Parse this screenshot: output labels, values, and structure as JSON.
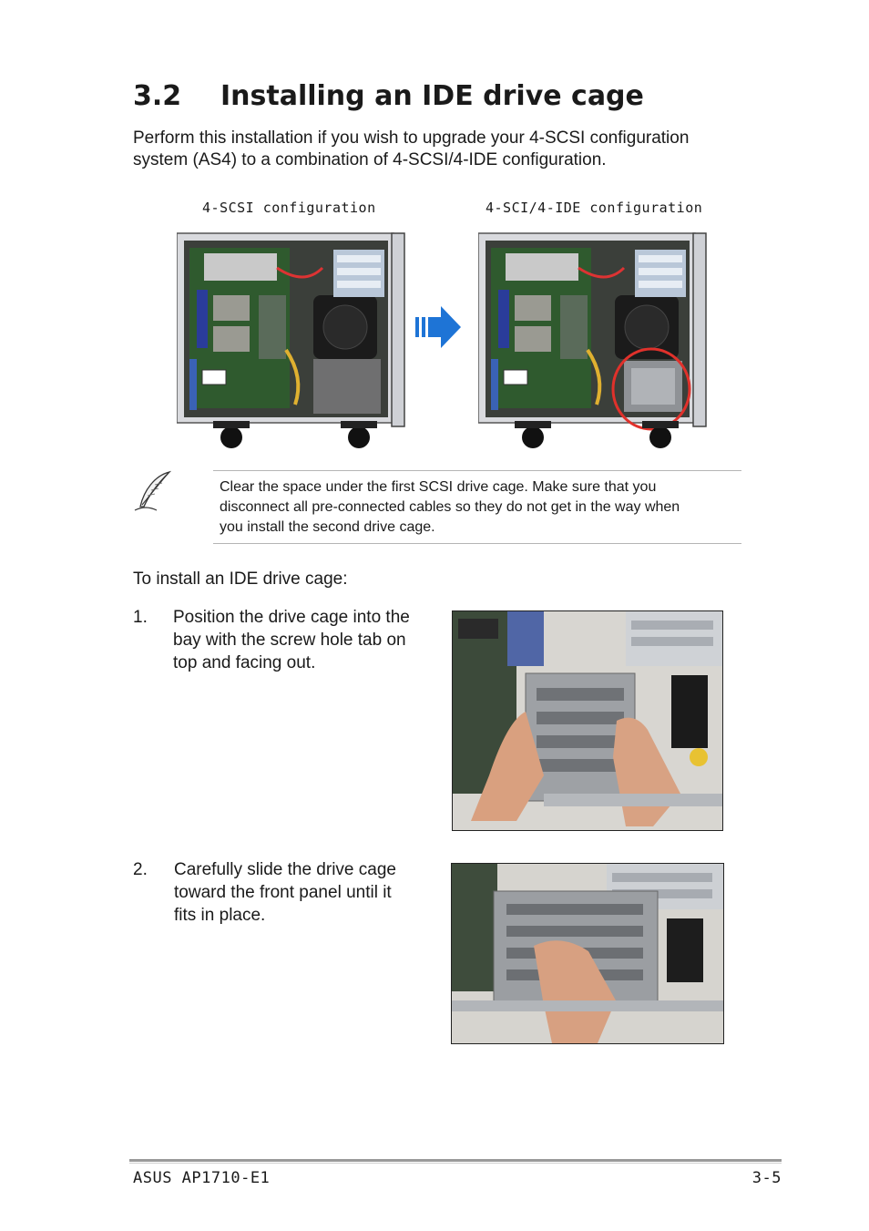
{
  "section": {
    "number": "3.2",
    "title": "Installing an IDE drive cage"
  },
  "intro": {
    "line1": "Perform this installation if you wish to upgrade your 4-SCSI configuration",
    "line2": "system (AS4) to a combination of 4-SCSI/4-IDE configuration."
  },
  "figure": {
    "left_caption": "4-SCSI configuration",
    "right_caption": "4-SCI/4-IDE configuration",
    "highlight_color": "#e0312b",
    "arrow_color": "#1e74d6"
  },
  "note": {
    "line1": "Clear the space under the first SCSI drive cage. Make sure that you",
    "line2": "disconnect all pre-connected cables so they do not get in the way when",
    "line3": "you install the second drive cage."
  },
  "install_heading": "To install an IDE drive cage:",
  "steps": [
    {
      "num": "1.",
      "lines": [
        "Position the drive cage into the",
        "bay with the screw hole tab on",
        "top and facing out."
      ]
    },
    {
      "num": "2.",
      "lines": [
        "Carefully slide the drive cage",
        "toward the front panel until it",
        "fits in place."
      ]
    }
  ],
  "footer": {
    "left": "ASUS AP1710-E1",
    "right": "3-5"
  }
}
